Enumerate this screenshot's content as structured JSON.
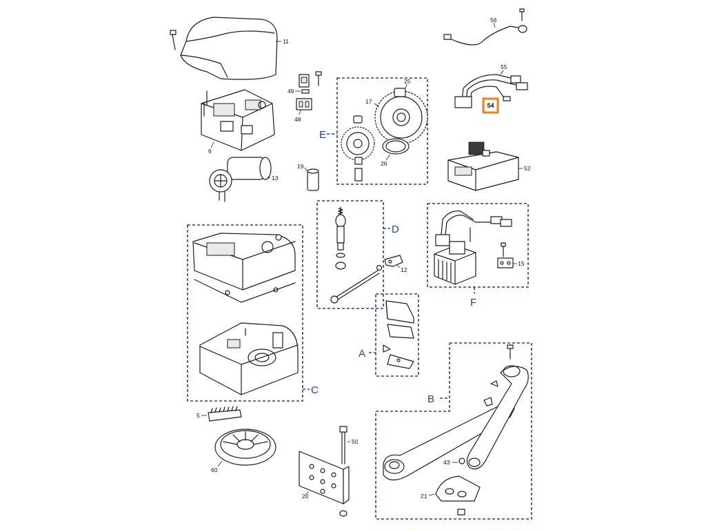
{
  "highlighted_part": "54",
  "group_labels": {
    "A": "A",
    "B": "B",
    "C": "C",
    "D": "D",
    "E": "E",
    "F": "F"
  },
  "part_labels": {
    "p56": "56",
    "p55": "55",
    "p54": "54",
    "p52": "52",
    "p11": "11",
    "p49": "49",
    "p48": "48",
    "p6": "6",
    "p13": "13",
    "p19": "19",
    "p25": "25",
    "p17": "17",
    "p26": "26",
    "p12": "12",
    "p15": "15",
    "p5": "5",
    "p60": "60",
    "p50": "50",
    "p20": "20",
    "p43": "43",
    "p21": "21"
  },
  "colors": {
    "group_box": "#1f3f9e",
    "highlight": "#f07c1c",
    "line": "#1a1a1a"
  }
}
